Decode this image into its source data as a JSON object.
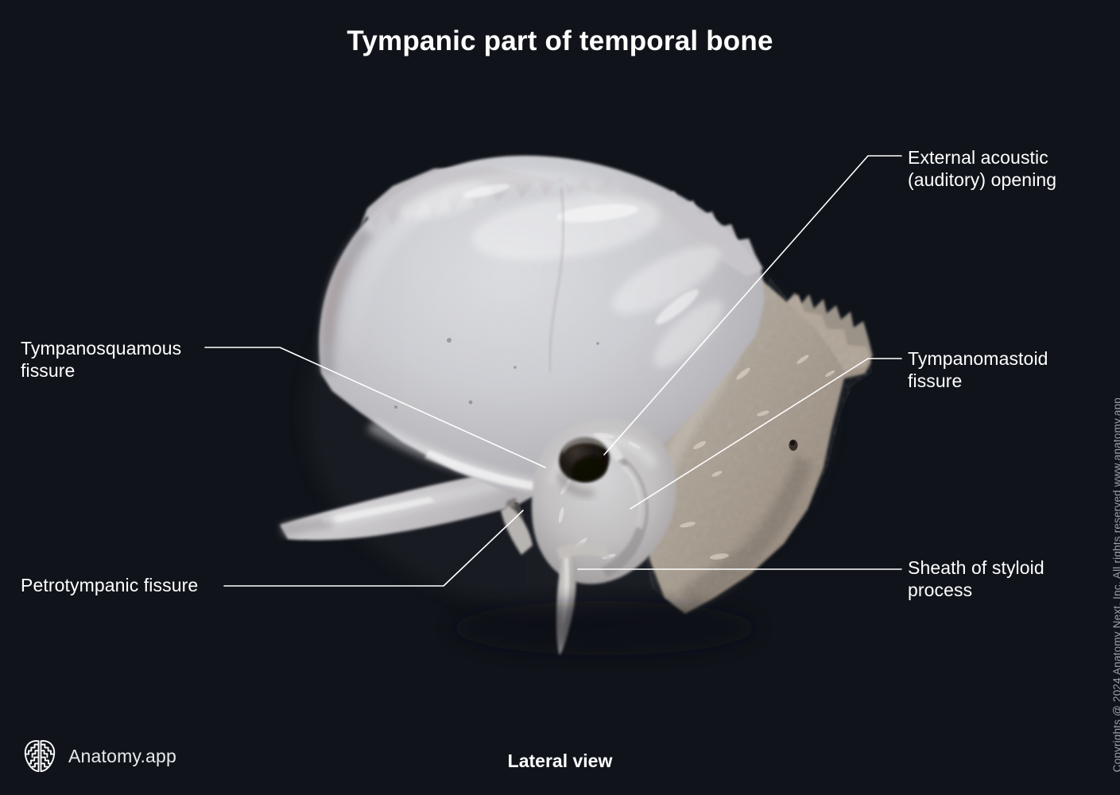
{
  "page": {
    "title": "Tympanic part of temporal bone",
    "view_caption": "Lateral view",
    "background_color": "#10141a",
    "text_color": "#ffffff",
    "leader_color": "#ffffff"
  },
  "labels": {
    "tympanosquamous": "Tympanosquamous\nfissure",
    "petrotympanic": "Petrotympanic fissure",
    "external_acoustic": "External acoustic\n(auditory) opening",
    "tympanomastoid": "Tympanomastoid\nfissure",
    "sheath_of_styloid": "Sheath of styloid\nprocess"
  },
  "brand": {
    "name": "Anatomy.app",
    "logo_icon": "brain-icon"
  },
  "copyright": {
    "text": "Copyrights @ 2024 Anatomy Next, Inc. All rights reserved www.anatomy.app",
    "color": "#9aa0a8"
  },
  "specimen": {
    "name": "temporal-bone-lateral",
    "parts": [
      "squamous-part",
      "zygomatic-process",
      "mastoid-part",
      "tympanic-part",
      "styloid-process",
      "external-acoustic-opening"
    ],
    "colors": {
      "bone_light": "#d3d4d8",
      "bone_mid": "#b5b4b8",
      "bone_shadow": "#8d8a8c",
      "mastoid_tan": "#a89a8e",
      "opening_dark": "#140f0c"
    }
  }
}
